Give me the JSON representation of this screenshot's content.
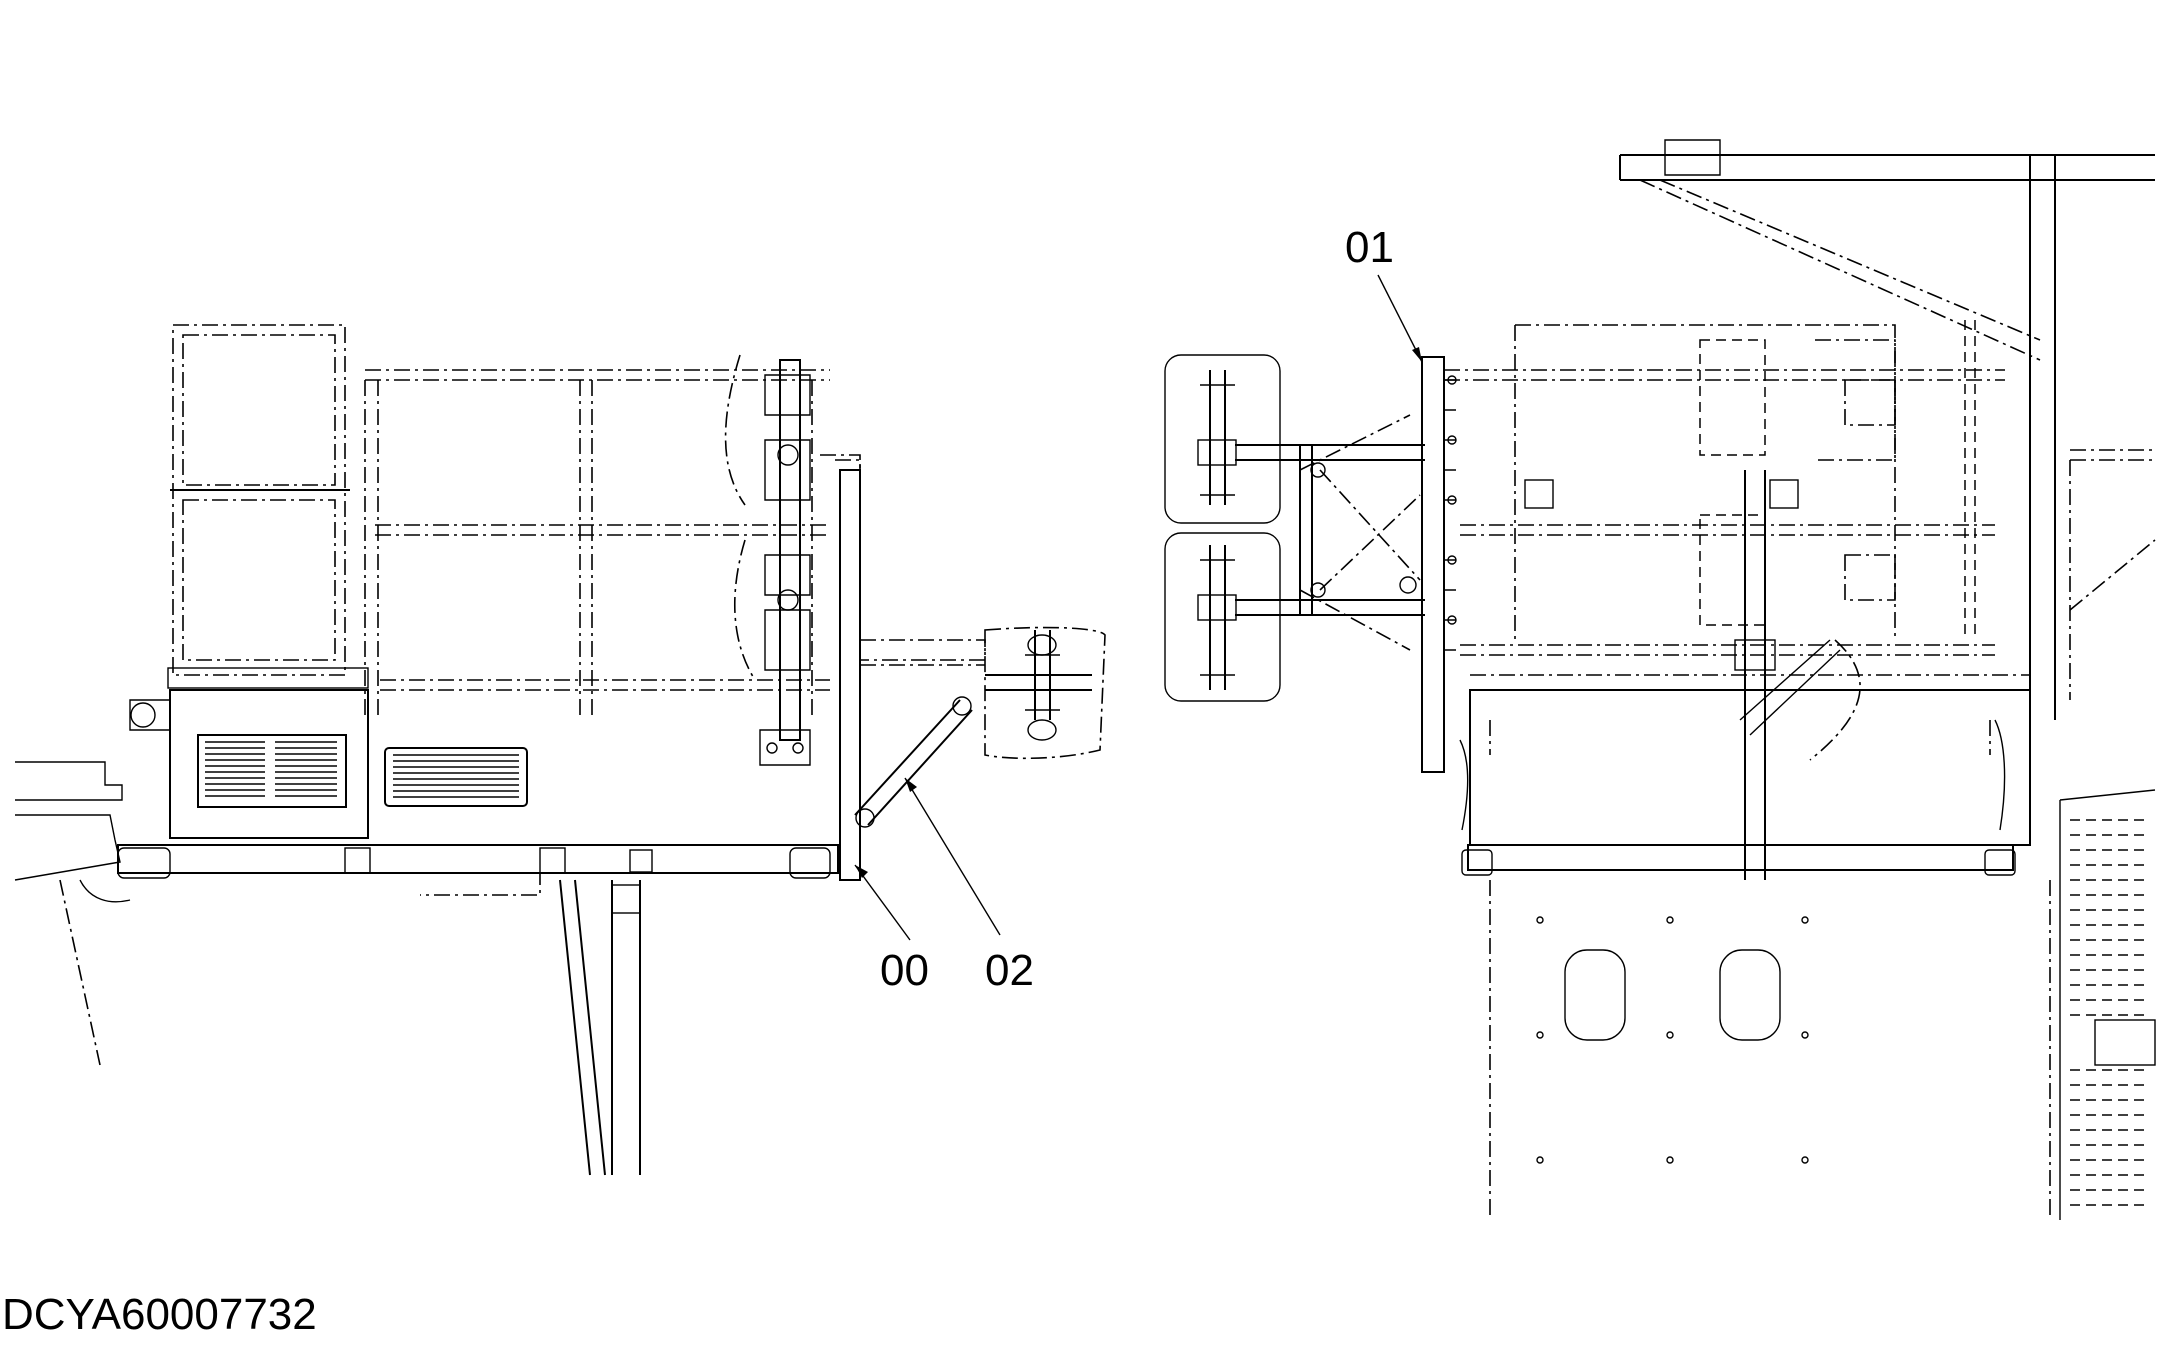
{
  "drawing": {
    "id": "DCYA60007732",
    "callouts": [
      {
        "key": "left_frame",
        "label": "00"
      },
      {
        "key": "right_bracket",
        "label": "01"
      },
      {
        "key": "left_brace",
        "label": "02"
      }
    ]
  },
  "colors": {
    "line": "#000000",
    "background": "#ffffff"
  }
}
